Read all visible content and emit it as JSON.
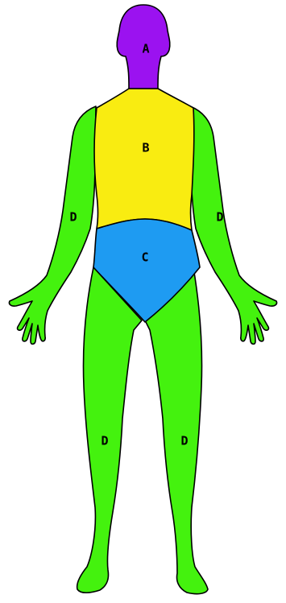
{
  "colors": {
    "head": "#9B12F0",
    "torso": "#F9EC11",
    "pelvis": "#1E9BF2",
    "limbs": "#44F20E",
    "outline": "#000000"
  },
  "regions": {
    "head": {
      "label": "A"
    },
    "torso": {
      "label": "B"
    },
    "pelvis": {
      "label": "C"
    },
    "right_arm": {
      "label": "D"
    },
    "left_arm": {
      "label": "D"
    },
    "right_leg": {
      "label": "D"
    },
    "left_leg": {
      "label": "D"
    }
  }
}
